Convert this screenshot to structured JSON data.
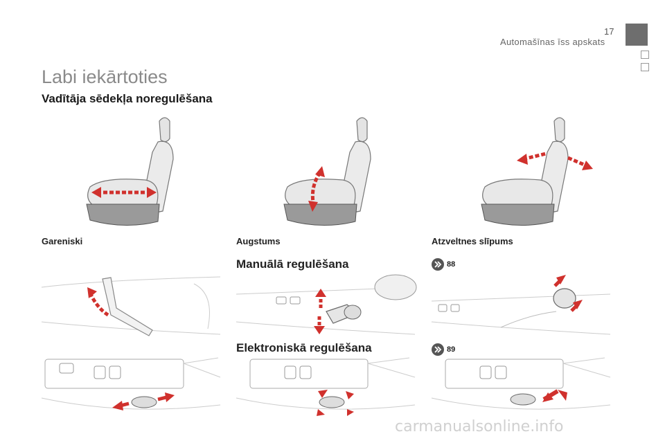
{
  "header": {
    "page_number": "17",
    "section_title": "Automašīnas īss apskats"
  },
  "main_title": "Labi iekārtoties",
  "subtitle": "Vadītāja sēdekļa noregulēšana",
  "captions": {
    "lengthwise": "Gareniski",
    "height": "Augstums",
    "backrest": "Atzveltnes slīpums"
  },
  "sections": {
    "manual": "Manuālā regulēšana",
    "electronic": "Elektroniskā regulēšana"
  },
  "references": {
    "manual_page": "88",
    "electronic_page": "89"
  },
  "icons": {
    "reference": "double-chevron-right-icon",
    "arrows": "red-adjustment-arrow-icon"
  },
  "colors": {
    "accent_red": "#d0312d",
    "tab_gray": "#6e6e6e",
    "title_gray": "#8a8a8a"
  },
  "footer_watermark": "carmanualsonline.info"
}
